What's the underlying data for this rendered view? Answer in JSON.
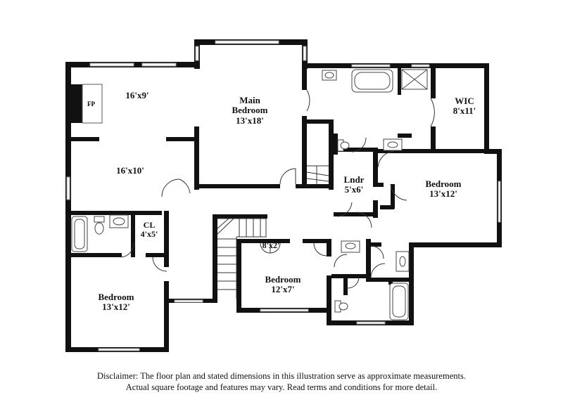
{
  "rooms": {
    "family": {
      "dims": "16'x9'"
    },
    "fireplace": {
      "label": "FP"
    },
    "main_bedroom": {
      "name_line1": "Main",
      "name_line2": "Bedroom",
      "dims": "13'x18'"
    },
    "living": {
      "dims": "16'x10'"
    },
    "wic": {
      "name": "WIC",
      "dims": "8'x11'"
    },
    "bedroom_east": {
      "name": "Bedroom",
      "dims": "13'x12'"
    },
    "laundry": {
      "name": "Lndr",
      "dims": "5'x6'"
    },
    "closet": {
      "name": "CL",
      "dims": "4'x5'"
    },
    "bedroom_west": {
      "name": "Bedroom",
      "dims": "13'x12'"
    },
    "closet_small": {
      "dims": "8'x2'"
    },
    "bedroom_center": {
      "name": "Bedroom",
      "dims": "12'x7'"
    }
  },
  "disclaimer": {
    "line1": "Disclaimer: The floor plan and stated dimensions in this illustration serve as approximate measurements.",
    "line2": "Actual square footage and features may vary. Read terms and conditions for more detail."
  }
}
